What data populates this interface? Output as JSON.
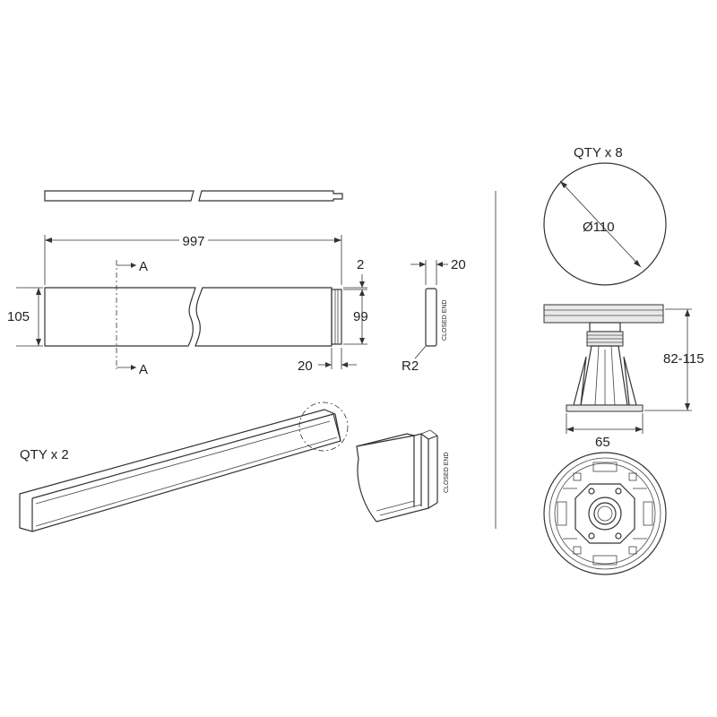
{
  "labels": {
    "qty_tray_pieces": "QTY x 2",
    "qty_legs": "QTY x 8",
    "closed_end": "CLOSED END",
    "closed_end_detail": "CLOSED END",
    "section_marker_top": "A",
    "section_marker_bottom": "A"
  },
  "dimensions": {
    "overall_length": "997",
    "height_outer": "105",
    "height_inner": "99",
    "step_gap": "2",
    "end_tongue_length": "20",
    "end_thickness": "20",
    "corner_radius": "R2",
    "foot_diameter": "Ø110",
    "leg_height_range": "82-115",
    "base_width": "65"
  },
  "colors": {
    "line": "#333333",
    "background": "#ffffff"
  }
}
